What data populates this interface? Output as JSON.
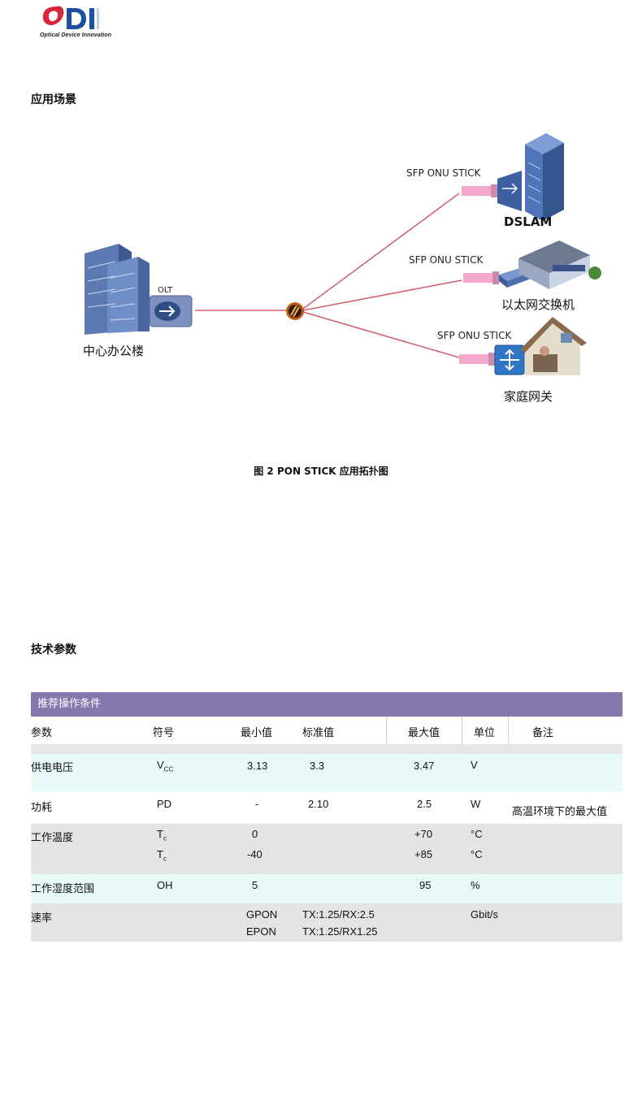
{
  "logo": {
    "text": "ODI",
    "tagline": "Optical Device Innovation",
    "colors": {
      "o": "#d8263a",
      "di": "#1b4fa0"
    }
  },
  "section1": {
    "heading": "应用场景"
  },
  "diagram": {
    "olt_label": "OLT",
    "hq_label": "中心办公楼",
    "branches": [
      {
        "stick_label": "SFP ONU STICK",
        "device_label": "DSLAM"
      },
      {
        "stick_label": "SFP ONU STICK",
        "device_label": "以太网交换机"
      },
      {
        "stick_label": "SFP ONU STICK",
        "device_label": "家庭网关"
      }
    ]
  },
  "caption": "图 2  PON STICK 应用拓扑图",
  "section2": {
    "heading": "技术参数"
  },
  "table": {
    "title": "推荐操作条件",
    "title_bg": "#8677ad",
    "headers": [
      "参数",
      "符号",
      "最小值",
      "标准值",
      "最大值",
      "单位",
      "备注"
    ],
    "rows": [
      {
        "param": "供电电压",
        "symbol_main": "V",
        "symbol_sub": "CC",
        "min": "3.13",
        "typ": "3.3",
        "max": "3.47",
        "unit": "V",
        "note": ""
      },
      {
        "param": "功耗",
        "symbol": "PD",
        "min": "-",
        "typ": "2.10",
        "max": "2.5",
        "unit": "W",
        "note": "高温环境下的最大值"
      },
      {
        "param": "工作温度",
        "lines": [
          {
            "symbol_main": "T",
            "symbol_sub": "c",
            "min": "0",
            "max": "+70",
            "unit": "°C"
          },
          {
            "symbol_main": "T",
            "symbol_sub": "c",
            "min": "-40",
            "max": "+85",
            "unit": "°C"
          }
        ]
      },
      {
        "param": "工作湿度范围",
        "symbol": "OH",
        "min": "5",
        "max": "95",
        "unit": "%"
      },
      {
        "param": "速率",
        "lines": [
          {
            "min": "GPON",
            "typ": "TX:1.25/RX:2.5",
            "unit": "Gbit/s"
          },
          {
            "min": "EPON",
            "typ": "TX:1.25/RX1.25"
          }
        ]
      }
    ]
  }
}
